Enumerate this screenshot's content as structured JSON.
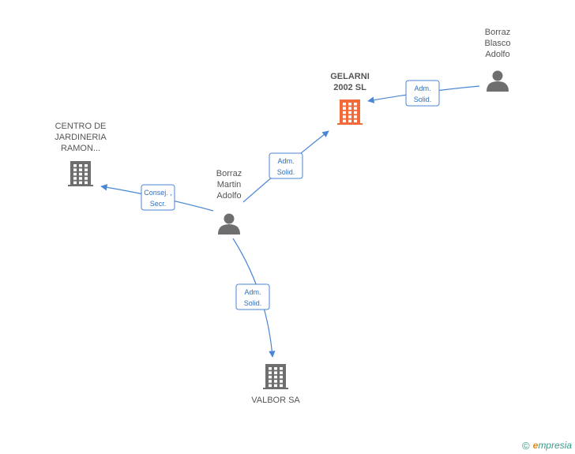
{
  "nodes": [
    {
      "id": "gelarni",
      "kind": "company",
      "focus": true,
      "color": "#f26a3a",
      "label": [
        "GELARNI",
        "2002 SL"
      ],
      "icon": "building-icon"
    },
    {
      "id": "blasco",
      "kind": "person",
      "color": "#6e6e6e",
      "label": [
        "Borraz",
        "Blasco",
        "Adolfo"
      ],
      "icon": "person-icon"
    },
    {
      "id": "centro",
      "kind": "company",
      "color": "#6e6e6e",
      "label": [
        "CENTRO DE",
        "JARDINERIA",
        "RAMON..."
      ],
      "icon": "building-icon"
    },
    {
      "id": "martin",
      "kind": "person",
      "color": "#6e6e6e",
      "label": [
        "Borraz",
        "Martin",
        "Adolfo"
      ],
      "icon": "person-icon"
    },
    {
      "id": "valbor",
      "kind": "company",
      "color": "#6e6e6e",
      "label": [
        "VALBOR SA"
      ],
      "icon": "building-icon"
    }
  ],
  "edges": [
    {
      "id": "e1",
      "from": "blasco",
      "to": "gelarni",
      "label": [
        "Adm.",
        "Solid."
      ]
    },
    {
      "id": "e2",
      "from": "martin",
      "to": "gelarni",
      "label": [
        "Adm.",
        "Solid."
      ]
    },
    {
      "id": "e3",
      "from": "martin",
      "to": "centro",
      "label": [
        "Consej. ,",
        "Secr."
      ]
    },
    {
      "id": "e4",
      "from": "martin",
      "to": "valbor",
      "label": [
        "Adm.",
        "Solid."
      ]
    }
  ],
  "brand": {
    "copyright": "©",
    "name_first": "e",
    "name_rest": "mpresia"
  },
  "colors": {
    "edge": "#4a86d4",
    "focus": "#f26a3a",
    "default": "#6e6e6e"
  }
}
